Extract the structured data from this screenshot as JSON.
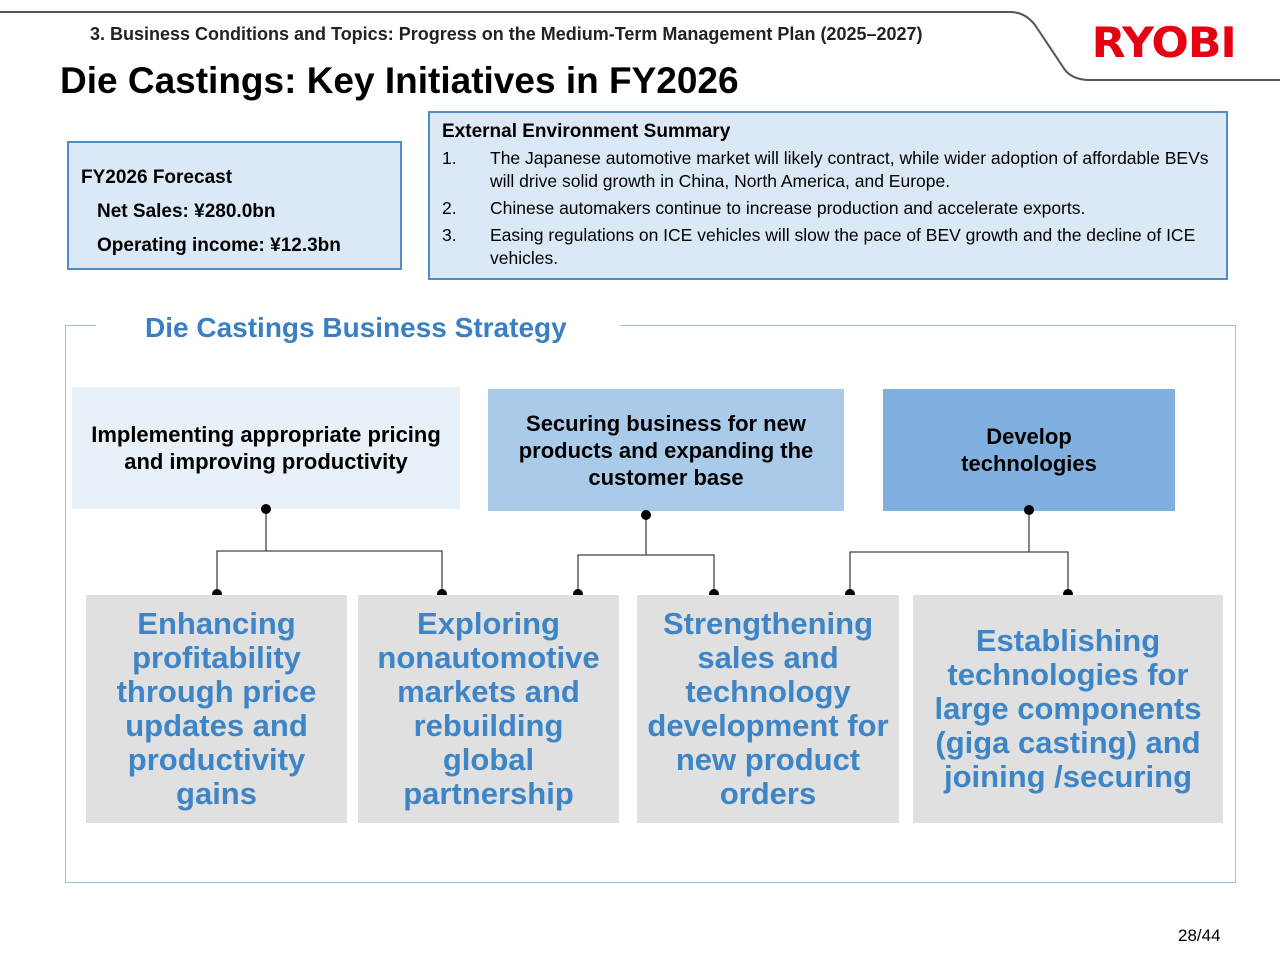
{
  "header": {
    "section": "3. Business Conditions and Topics: Progress on the Medium-Term Management Plan (2025–2027)",
    "logo": "RYOBI"
  },
  "title": "Die Castings: Key Initiatives in FY2026",
  "forecast": {
    "heading": "FY2026 Forecast",
    "net_sales": "Net Sales: ¥280.0bn",
    "operating_income": "Operating income: ¥12.3bn"
  },
  "environment": {
    "heading": "External Environment Summary",
    "items": [
      {
        "num": "1.",
        "text": "The Japanese automotive market will likely contract, while wider adoption of affordable BEVs will drive solid growth in China, North America, and Europe."
      },
      {
        "num": "2.",
        "text": "Chinese automakers continue to increase production and accelerate exports."
      },
      {
        "num": "3.",
        "text": "Easing regulations on ICE vehicles will slow the pace of BEV growth and the decline of ICE vehicles."
      }
    ]
  },
  "strategy": {
    "title": "Die Castings Business Strategy",
    "pillars": [
      "Implementing appropriate pricing and improving productivity",
      "Securing business for new products and expanding the customer base",
      "Develop technologies"
    ],
    "initiatives": [
      "Enhancing profitability through price updates and productivity gains",
      "Exploring nonautomotive markets and rebuilding global partnership",
      "Strengthening sales and technology development for new product orders",
      "Establishing technologies for large components (giga casting) and joining /securing"
    ]
  },
  "page": "28/44",
  "colors": {
    "accent": "#3a7fc1",
    "logo": "#e60012"
  }
}
